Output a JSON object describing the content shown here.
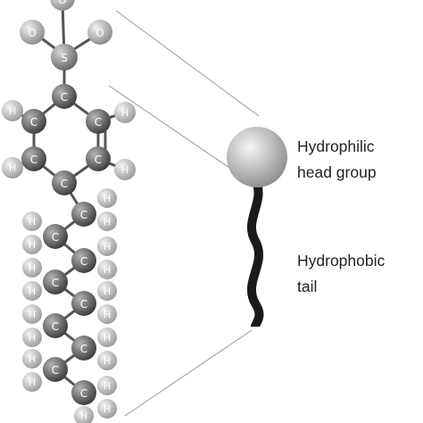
{
  "labels": {
    "head_line1": "Hydrophilic",
    "head_line2": "head group",
    "tail_line1": "Hydrophobic",
    "tail_line2": "tail"
  },
  "atoms": {
    "oxygen": "O",
    "sulfur": "S",
    "carbon": "C",
    "hydrogen": "H"
  },
  "colors": {
    "background": "#ffffff",
    "oxygen": "#b8b8b8",
    "sulfur": "#9a9a9a",
    "carbon": "#6f6f6f",
    "hydrogen": "#c9c9c9",
    "bond": "#555555",
    "tail": "#1a1a1a",
    "guide_lines": "#9a9a9a"
  }
}
